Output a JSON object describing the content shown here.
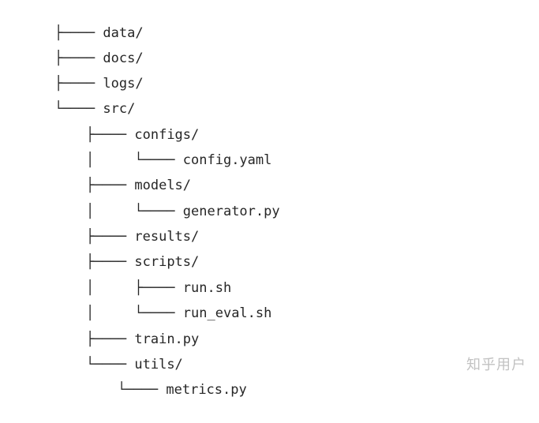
{
  "tree": {
    "rows": [
      {
        "prefix": "├──── ",
        "name": "data/"
      },
      {
        "prefix": "├──── ",
        "name": "docs/"
      },
      {
        "prefix": "├──── ",
        "name": "logs/"
      },
      {
        "prefix": "└──── ",
        "name": "src/"
      },
      {
        "prefix": "├──── ",
        "name": "configs/"
      },
      {
        "prefix": "│     └──── ",
        "name": "config.yaml"
      },
      {
        "prefix": "├──── ",
        "name": "models/"
      },
      {
        "prefix": "│     └──── ",
        "name": "generator.py"
      },
      {
        "prefix": "├──── ",
        "name": "results/"
      },
      {
        "prefix": "├──── ",
        "name": "scripts/"
      },
      {
        "prefix": "│     ├──── ",
        "name": "run.sh"
      },
      {
        "prefix": "│     └──── ",
        "name": "run_eval.sh"
      },
      {
        "prefix": "├──── ",
        "name": "train.py"
      },
      {
        "prefix": "└──── ",
        "name": "utils/"
      },
      {
        "prefix": "└──── ",
        "name": "metrics.py"
      }
    ]
  },
  "watermark": "知乎用户"
}
